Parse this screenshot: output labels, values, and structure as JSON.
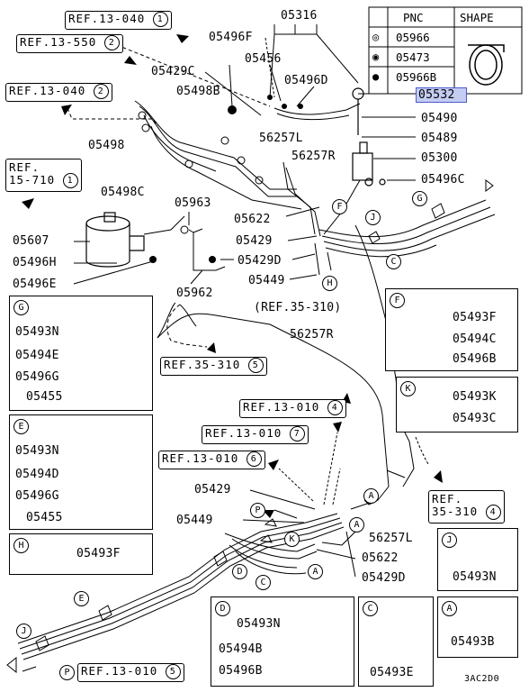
{
  "refs": {
    "r1": {
      "text": "REF.13-040",
      "num": "1"
    },
    "r2": {
      "text": "REF.13-550",
      "num": "2"
    },
    "r3": {
      "text": "REF.13-040",
      "num": "2"
    },
    "r4": {
      "line1": "REF.",
      "line2": "15-710",
      "num": "1"
    },
    "r5": {
      "text": "(REF.35-310)"
    },
    "r6": {
      "text": "REF.35-310",
      "num": "5"
    },
    "r7": {
      "text": "REF.13-010",
      "num": "4"
    },
    "r8": {
      "text": "REF.13-010",
      "num": "7"
    },
    "r9": {
      "text": "REF.13-010",
      "num": "6"
    },
    "r10": {
      "line1": "REF.",
      "line2": "35-310",
      "num": "4"
    },
    "r11": {
      "text": "REF.13-010",
      "num": "5"
    }
  },
  "legend": {
    "col_pnc": "PNC",
    "col_shape": "SHAPE",
    "rows": [
      {
        "symbol": "◎",
        "pnc": "05966"
      },
      {
        "symbol": "◉",
        "pnc": "05473"
      },
      {
        "symbol": "●",
        "pnc": "05966B"
      }
    ]
  },
  "labels": {
    "p05316": "05316",
    "p05496F": "05496F",
    "p05456": "05456",
    "p05496D": "05496D",
    "p05532": "05532",
    "p05490": "05490",
    "p05489": "05489",
    "p05300": "05300",
    "p05496C": "05496C",
    "p05429C": "05429C",
    "p05498B": "05498B",
    "p05498": "05498",
    "p56257L": "56257L",
    "p56257R": "56257R",
    "p05498C": "05498C",
    "p05963": "05963",
    "p05622": "05622",
    "p05429": "05429",
    "p05429D": "05429D",
    "p05607": "05607",
    "p05496H": "05496H",
    "p05496E": "05496E",
    "p05962": "05962",
    "p05449": "05449",
    "p56257R_b": "56257R",
    "p05429_b": "05429",
    "p05449_b": "05449",
    "p05622_b": "05622",
    "p05429D_b": "05429D",
    "p56257L_b": "56257L"
  },
  "detail_G": {
    "letter": "G",
    "items": [
      "05493N",
      "05494E",
      "05496G",
      "05455"
    ]
  },
  "detail_E": {
    "letter": "E",
    "items": [
      "05493N",
      "05494D",
      "05496G",
      "05455"
    ]
  },
  "detail_H": {
    "letter": "H",
    "items": [
      "05493F"
    ]
  },
  "detail_F": {
    "letter": "F",
    "items": [
      "05493F",
      "05494C",
      "05496B"
    ]
  },
  "detail_K": {
    "letter": "K",
    "items": [
      "05493K",
      "05493C"
    ]
  },
  "detail_J": {
    "letter": "J",
    "items": [
      "05493N"
    ]
  },
  "detail_D": {
    "letter": "D",
    "items": [
      "05493N",
      "05494B",
      "05496B"
    ]
  },
  "detail_C": {
    "letter": "C",
    "items": [
      "05493E"
    ]
  },
  "detail_A": {
    "letter": "A",
    "items": [
      "05493B"
    ]
  },
  "callouts": {
    "F": "F",
    "J": "J",
    "C": "C",
    "H": "H",
    "G": "G",
    "A1": "A",
    "A2": "A",
    "P": "P",
    "K": "K",
    "D": "D",
    "C2": "C",
    "A3": "A",
    "E": "E",
    "J2": "J",
    "P2": "P"
  },
  "footer": {
    "code": "3AC2D0"
  }
}
